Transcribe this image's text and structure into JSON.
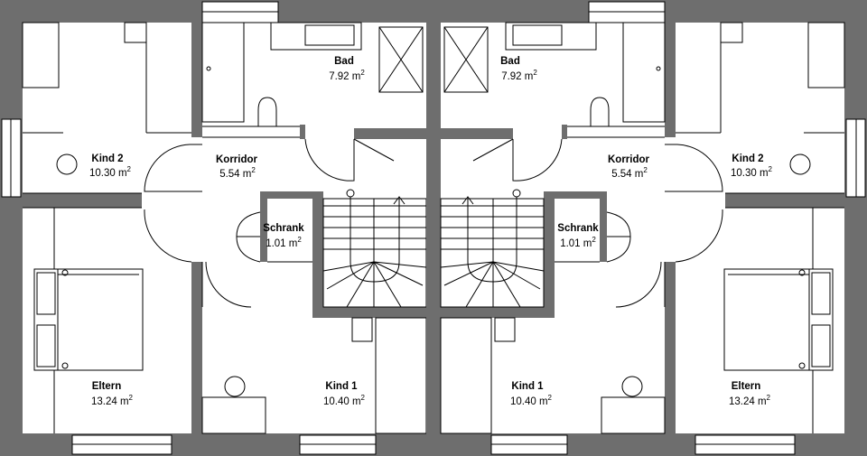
{
  "rooms": [
    {
      "id": "kind2-left",
      "name": "Kind 2",
      "area": "10.30 m",
      "sup": "2"
    },
    {
      "id": "bad-left",
      "name": "Bad",
      "area": "7.92 m",
      "sup": "2"
    },
    {
      "id": "korridor-left",
      "name": "Korridor",
      "area": "5.54 m",
      "sup": "2"
    },
    {
      "id": "schrank-left",
      "name": "Schrank",
      "area": "1.01 m",
      "sup": "2"
    },
    {
      "id": "eltern-left",
      "name": "Eltern",
      "area": "13.24 m",
      "sup": "2"
    },
    {
      "id": "kind1-left",
      "name": "Kind 1",
      "area": "10.40 m",
      "sup": "2"
    },
    {
      "id": "bad-right",
      "name": "Bad",
      "area": "7.92 m",
      "sup": "2"
    },
    {
      "id": "korridor-right",
      "name": "Korridor",
      "area": "5.54 m",
      "sup": "2"
    },
    {
      "id": "schrank-right",
      "name": "Schrank",
      "area": "1.01 m",
      "sup": "2"
    },
    {
      "id": "kind2-right",
      "name": "Kind 2",
      "area": "10.30 m",
      "sup": "2"
    },
    {
      "id": "kind1-right",
      "name": "Kind 1",
      "area": "10.40 m",
      "sup": "2"
    },
    {
      "id": "eltern-right",
      "name": "Eltern",
      "area": "13.24 m",
      "sup": "2"
    }
  ],
  "colors": {
    "wall": "#6e6e6e",
    "line": "#000000",
    "background": "#ffffff"
  }
}
